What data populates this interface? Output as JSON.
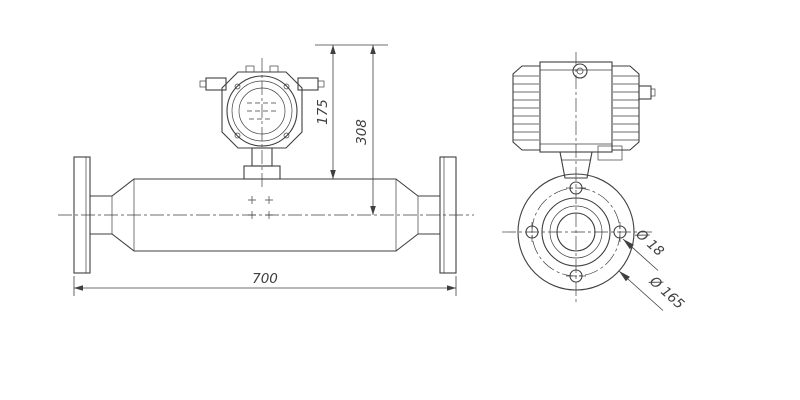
{
  "colors": {
    "line": "#3f3f3f",
    "background": "#ffffff"
  },
  "dims": {
    "transmitter_height": "175",
    "overall_height": "308",
    "overall_length": "700",
    "hole_diameter": "Ø 18",
    "flange_circle_diameter": "Ø 165"
  }
}
